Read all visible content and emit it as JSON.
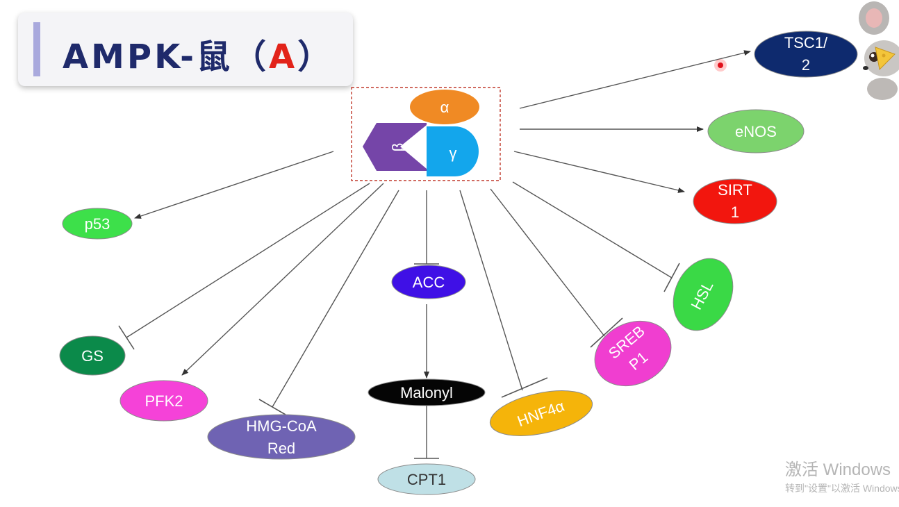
{
  "title": {
    "main": "AMPK-鼠（",
    "accent": "A",
    "close": "）"
  },
  "complex": {
    "alpha": "α",
    "beta": "β",
    "gamma": "γ"
  },
  "nodes": {
    "tsc": {
      "line1": "TSC1/",
      "line2": "2"
    },
    "enos": "eNOS",
    "sirt": {
      "line1": "SIRT",
      "line2": "1"
    },
    "p53": "p53",
    "acc": "ACC",
    "hsl": "HSL",
    "gs": "GS",
    "srebp": {
      "line1": "SREB",
      "line2": "P1"
    },
    "pfk2": "PFK2",
    "malonyl": "Malonyl",
    "hnf4a": "HNF4α",
    "hmgcoa": {
      "line1": "HMG-CoA",
      "line2": "Red"
    },
    "cpt1": "CPT1"
  },
  "colors": {
    "alpha": "#f08a24",
    "beta": "#7545a8",
    "gamma": "#13a6ec",
    "tsc": "#0e2a6e",
    "enos": "#7cd36d",
    "sirt": "#f2160e",
    "p53": "#3de04a",
    "acc": "#3f10e6",
    "hsl": "#3ad946",
    "gs": "#0b8a4a",
    "srebp": "#f03ed0",
    "pfk2": "#f542d8",
    "malonyl": "#050505",
    "hnf4a": "#f5b40a",
    "hmgcoa": "#6f63b3",
    "cpt1": "#bfe0e6",
    "arrow": "#555555"
  },
  "watermark": {
    "line1": "激活 Windows",
    "line2": "转到\"设置\"以激活 Windows"
  }
}
